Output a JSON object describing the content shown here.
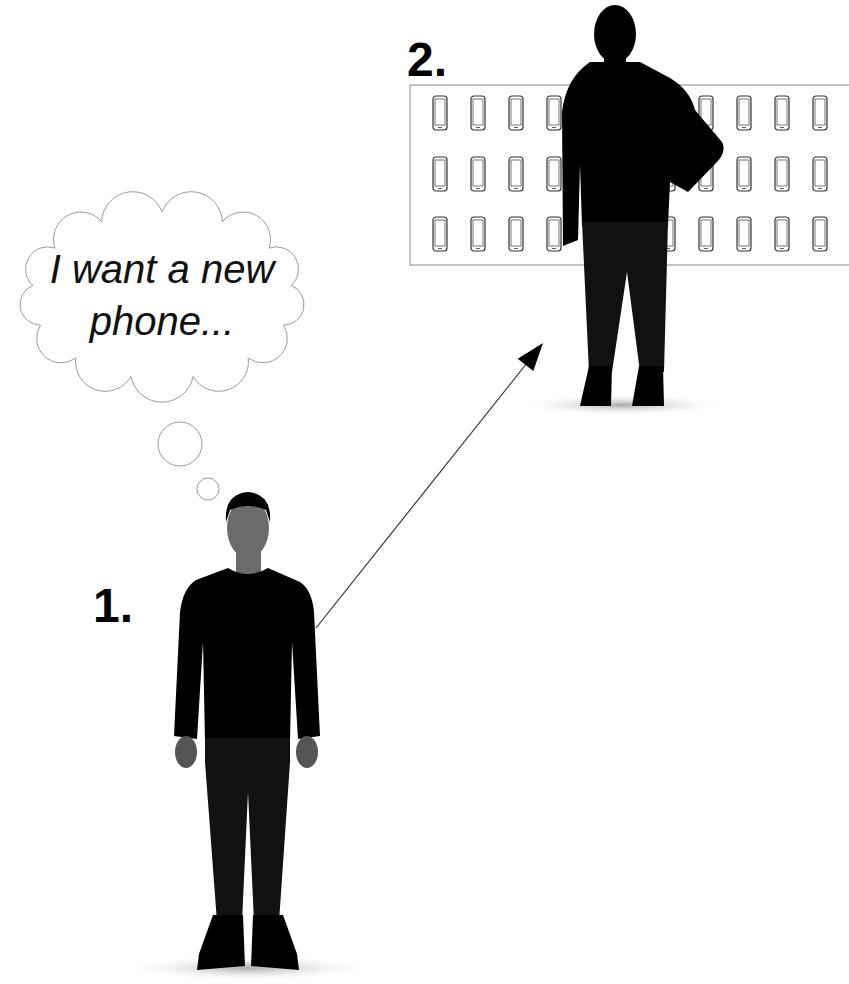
{
  "diagram": {
    "nodes": [
      {
        "text": [
          "I want a new phone..."
        ]
      }
    ],
    "labels": [
      "1.",
      "2."
    ]
  }
}
